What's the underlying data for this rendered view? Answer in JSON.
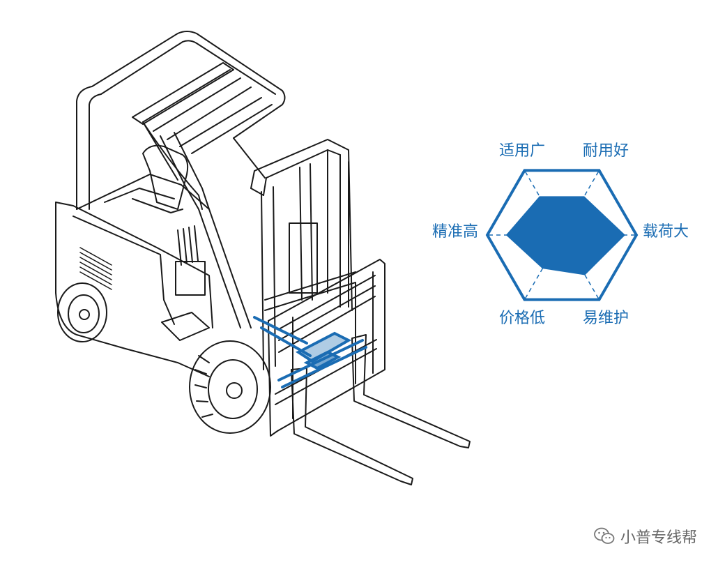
{
  "radar": {
    "axes": [
      "适用广",
      "耐用好",
      "载荷大",
      "易维护",
      "价格低",
      "精准高"
    ],
    "values": [
      0.6,
      0.6,
      0.85,
      0.62,
      0.52,
      0.75
    ],
    "color": "#1a6cb3"
  },
  "watermark": {
    "text": "小普专线帮",
    "icon": "wechat-icon"
  },
  "colors": {
    "line": "#1a1a1a",
    "accent": "#1a6cb3"
  }
}
